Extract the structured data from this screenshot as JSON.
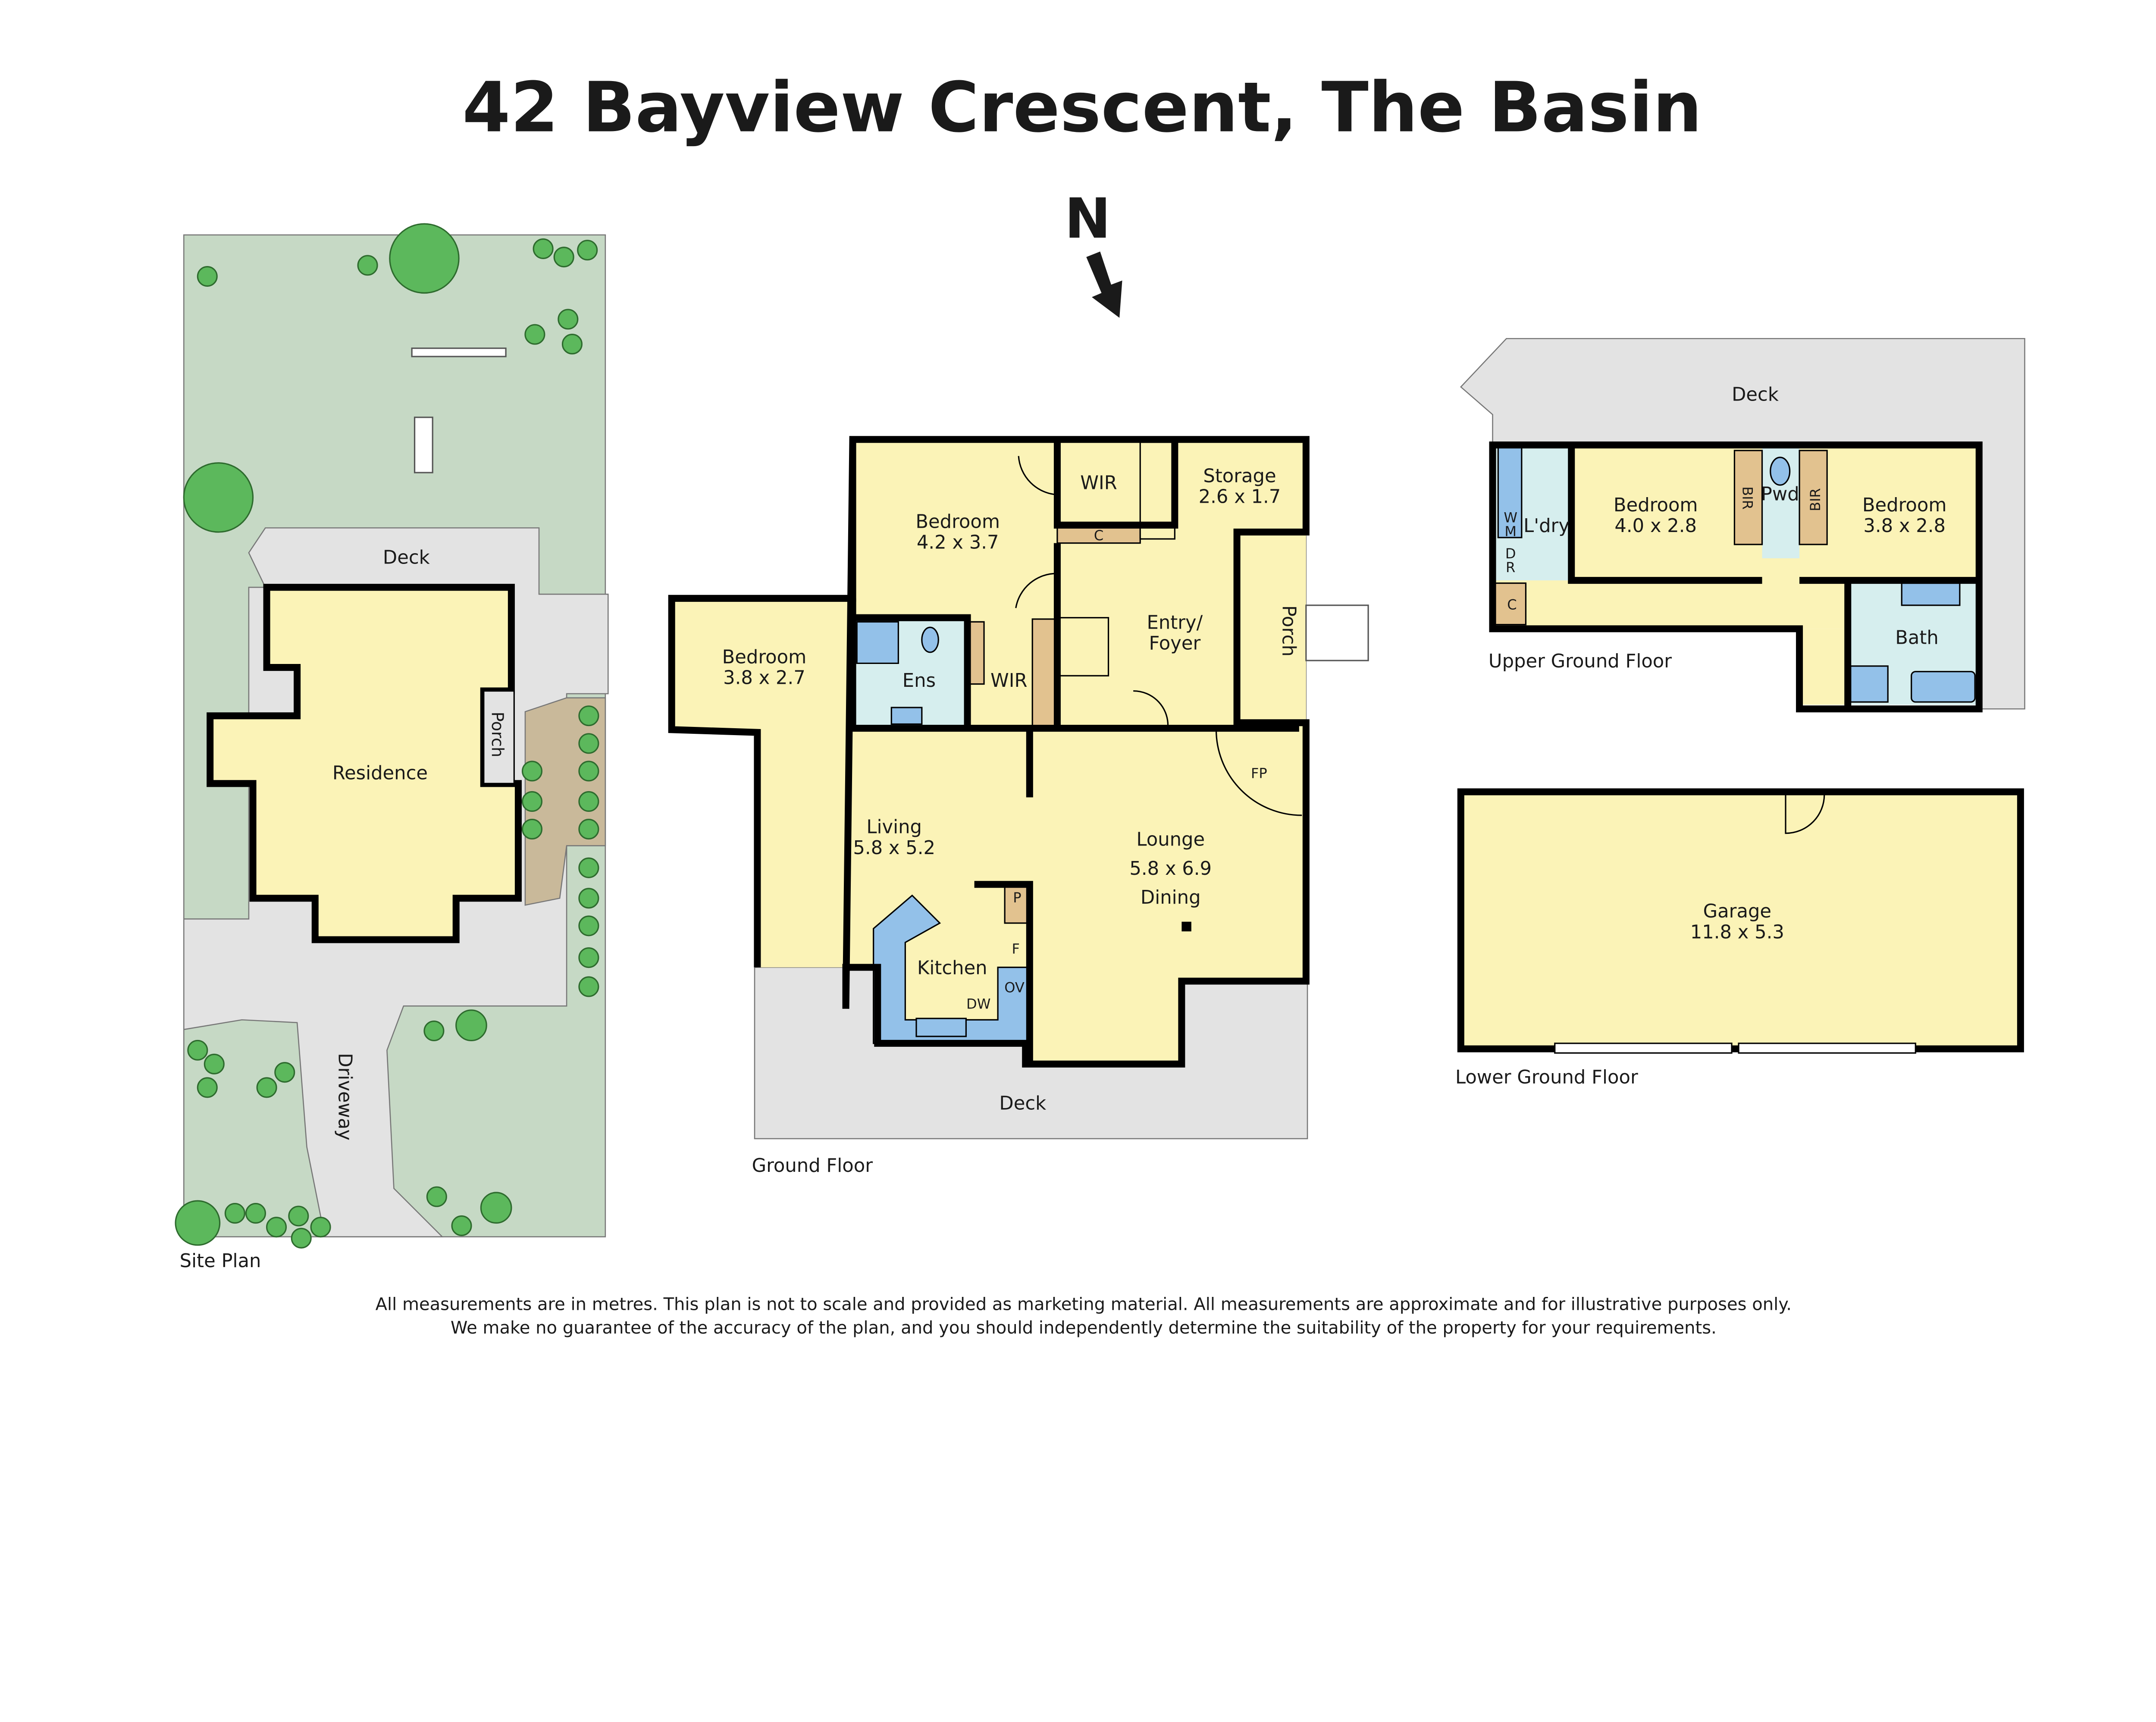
{
  "title": "42 Bayview Crescent, The Basin",
  "north_label": "N",
  "colors": {
    "room": "#fbf3b7",
    "wet_area": "#d6eeee",
    "fixture": "#93c1e9",
    "storage": "#e2c28f",
    "deck": "#e3e3e3",
    "garden": "#c6d9c5",
    "tree": "#5cb85c",
    "wall": "#000000"
  },
  "site_plan": {
    "label": "Site Plan",
    "deck": "Deck",
    "residence": "Residence",
    "porch": "Porch",
    "driveway": "Driveway"
  },
  "ground_floor": {
    "label": "Ground Floor",
    "rooms": {
      "bedroom1": {
        "name": "Bedroom",
        "size": "4.2 x 3.7"
      },
      "wir1": "WIR",
      "c": "C",
      "storage": {
        "name": "Storage",
        "size": "2.6 x 1.7"
      },
      "bedroom2": {
        "name": "Bedroom",
        "size": "3.8 x 2.7"
      },
      "ens": "Ens",
      "wir2": "WIR",
      "entry": {
        "line1": "Entry/",
        "line2": "Foyer"
      },
      "porch": "Porch",
      "fp": "FP",
      "living": {
        "name": "Living",
        "size": "5.8 x 5.2"
      },
      "lounge": {
        "name": "Lounge",
        "size": "5.8 x 6.9",
        "extra": "Dining"
      },
      "kitchen": "Kitchen",
      "p": "P",
      "f": "F",
      "ov": "OV",
      "dw": "DW",
      "deck": "Deck"
    }
  },
  "upper_ground_floor": {
    "label": "Upper Ground Floor",
    "rooms": {
      "deck": "Deck",
      "ldry": "L'dry",
      "wm": [
        "W",
        "M"
      ],
      "dr": [
        "D",
        "R"
      ],
      "c": "C",
      "bedroom1": {
        "name": "Bedroom",
        "size": "4.0 x 2.8"
      },
      "bir1": "BIR",
      "pwd": "Pwd",
      "bir2": "BIR",
      "bedroom2": {
        "name": "Bedroom",
        "size": "3.8 x 2.8"
      },
      "bath": "Bath"
    }
  },
  "lower_ground_floor": {
    "label": "Lower Ground Floor",
    "garage": {
      "name": "Garage",
      "size": "11.8 x 5.3"
    }
  },
  "footer": {
    "line1": "All measurements are in metres. This plan is not to scale and provided as marketing material. All measurements are approximate and for illustrative purposes only.",
    "line2": "We make no guarantee of the accuracy of the plan, and you should independently determine the suitability of the property for your requirements."
  }
}
